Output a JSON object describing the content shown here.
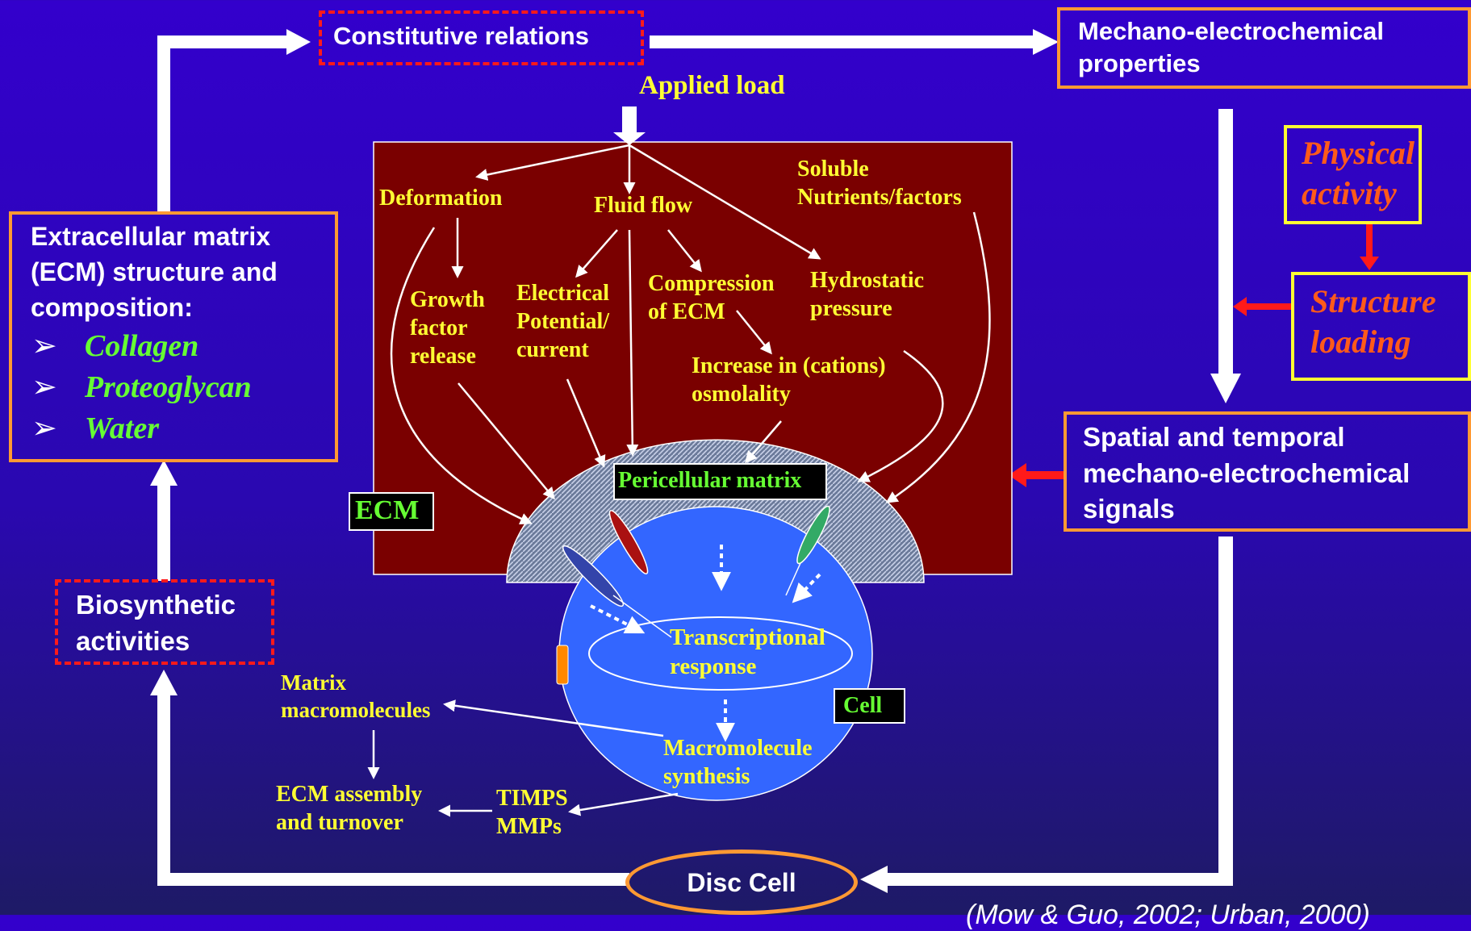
{
  "top": {
    "constitutive_relations": "Constitutive relations",
    "mechano_properties": "Mechano-electrochemical properties",
    "applied_load": "Applied load"
  },
  "ecm_box": {
    "title": "Extracellular matrix (ECM) structure and composition:",
    "items": [
      "Collagen",
      "Proteoglycan",
      "Water"
    ]
  },
  "right": {
    "physical_activity": "Physical activity",
    "structure_loading": "Structure loading",
    "signals": "Spatial and temporal mechano-electrochemical signals"
  },
  "bottom": {
    "biosynthetic": "Biosynthetic activities",
    "disc_cell": "Disc Cell",
    "citation": "(Mow & Guo, 2002; Urban, 2000)"
  },
  "matrix": {
    "deformation": "Deformation",
    "fluid_flow": "Fluid flow",
    "soluble": "Soluble Nutrients/factors",
    "growth_factor": "Growth factor release",
    "electrical": "Electrical Potential/ current",
    "compression": "Compression of ECM",
    "hydrostatic": "Hydrostatic pressure",
    "osmolality": "Increase in (cations) osmolality",
    "pericellular": "Pericellular matrix",
    "ecm_tag": "ECM"
  },
  "cell": {
    "transcriptional": "Transcriptional response",
    "cell_tag": "Cell",
    "macromolecule": "Macromolecule synthesis"
  },
  "lower": {
    "matrix_macro": "Matrix macromolecules",
    "ecm_assembly": "ECM assembly and turnover",
    "timps": "TIMPS MMPs"
  },
  "colors": {
    "panel": "#7a0000",
    "cell": "#3366ff",
    "label_yellow": "#ffff33",
    "label_green": "#66ff33",
    "border_orange": "#ff9933",
    "border_red": "#ff1a1a"
  }
}
